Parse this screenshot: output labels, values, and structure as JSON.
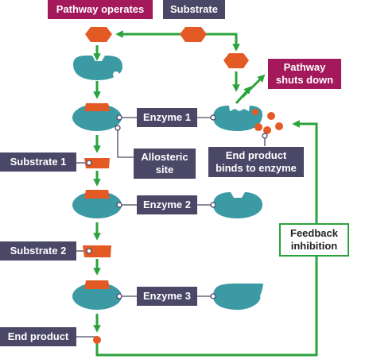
{
  "labels": {
    "pathway_operates": "Pathway operates",
    "substrate": "Substrate",
    "pathway_shuts_down": "Pathway\nshuts down",
    "enzyme_1": "Enzyme 1",
    "allosteric_site": "Allosteric\nsite",
    "end_product_binds": "End product\nbinds to enzyme",
    "substrate_1": "Substrate 1",
    "enzyme_2": "Enzyme 2",
    "feedback_inhibition": "Feedback\ninhibition",
    "substrate_2": "Substrate 2",
    "enzyme_3": "Enzyme 3",
    "end_product": "End product"
  },
  "colors": {
    "enzyme": "#3c9aa4",
    "substrate": "#e35a25",
    "arrow": "#2aa33b",
    "label_dark": "#4a4767",
    "label_accent": "#a3195b",
    "connector": "#4a4767"
  }
}
